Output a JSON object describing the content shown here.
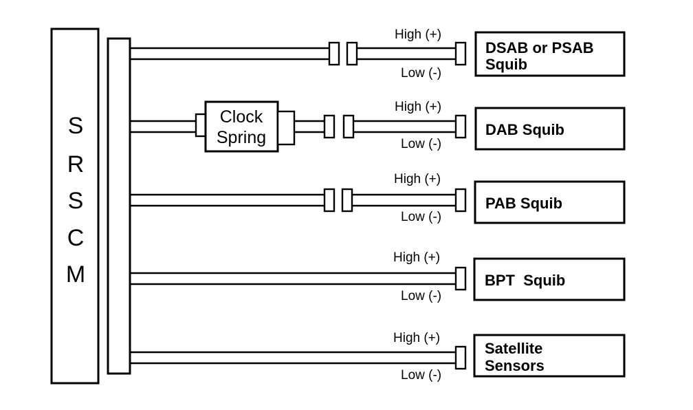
{
  "module": {
    "letters": [
      "S",
      "R",
      "S",
      "C",
      "M"
    ]
  },
  "clock_spring": {
    "line1": "Clock",
    "line2": "Spring"
  },
  "wire_labels": {
    "high": "High (+)",
    "low": "Low (-)"
  },
  "circuits": [
    {
      "id": "dsab-psab",
      "line1": "DSAB or PSAB",
      "line2": "Squib",
      "inline_connector": true,
      "clock_spring": false
    },
    {
      "id": "dab",
      "line1": "DAB Squib",
      "line2": "",
      "inline_connector": true,
      "clock_spring": true
    },
    {
      "id": "pab",
      "line1": "PAB Squib",
      "line2": "",
      "inline_connector": true,
      "clock_spring": false
    },
    {
      "id": "bpt",
      "line1": "BPT  Squib",
      "line2": "",
      "inline_connector": false,
      "clock_spring": false
    },
    {
      "id": "satellite",
      "line1": "Satellite",
      "line2": "Sensors",
      "inline_connector": false,
      "clock_spring": false
    }
  ]
}
